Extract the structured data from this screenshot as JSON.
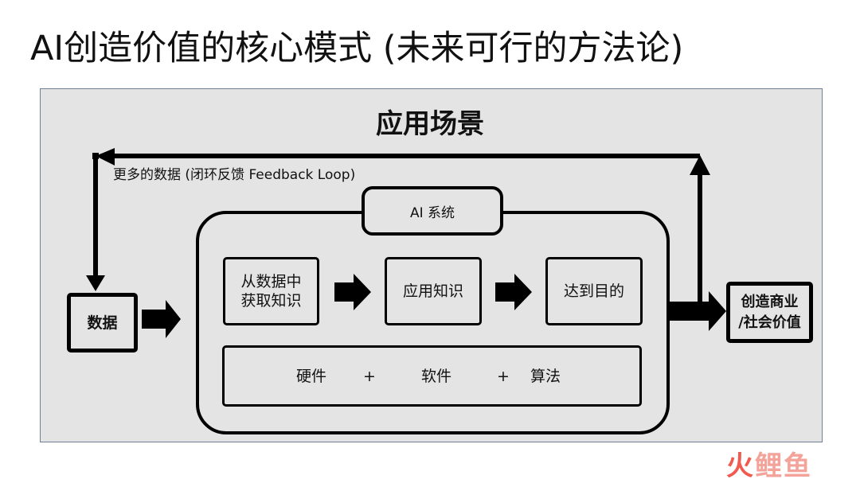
{
  "title": "AI创造价值的核心模式 (未来可行的方法论)",
  "diagram": {
    "scene_title": "应用场景",
    "feedback_label": "更多的数据 (闭环反馈 Feedback Loop)",
    "ai_system_label": "AI 系统",
    "steps": [
      "从数据中\n获取知识",
      "应用知识",
      "达到目的"
    ],
    "foundation": {
      "hardware": "硬件",
      "plus1": "+",
      "software": "软件",
      "plus2": "+",
      "algorithm": "算法"
    },
    "input_label": "数据",
    "output_label": "创造商业\n/社会价值"
  },
  "watermark": {
    "part1": "火",
    "part2": "鲤鱼"
  }
}
